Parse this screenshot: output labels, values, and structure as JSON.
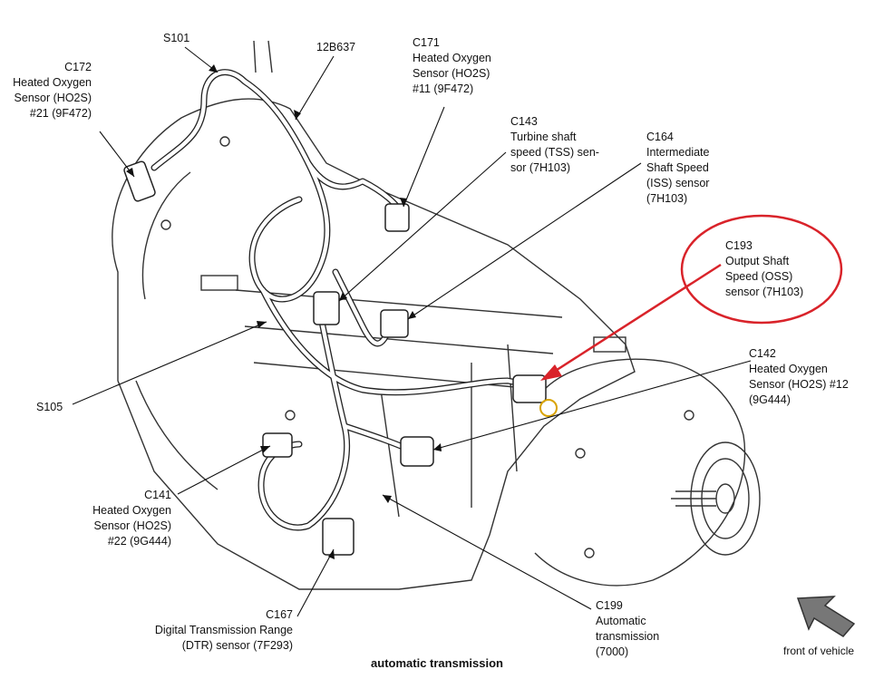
{
  "caption": "automatic transmission",
  "front_of_vehicle": "front of vehicle",
  "highlight_color": "#d9232a",
  "callouts": {
    "s101": [
      "S101"
    ],
    "b12637": [
      "12B637"
    ],
    "c172": [
      "C172",
      "Heated Oxygen",
      "Sensor (HO2S)",
      "#21 (9F472)"
    ],
    "c171": [
      "C171",
      "Heated Oxygen",
      "Sensor (HO2S)",
      "#11 (9F472)"
    ],
    "c143": [
      "C143",
      "Turbine shaft",
      "speed (TSS) sen-",
      "sor (7H103)"
    ],
    "c164": [
      "C164",
      "Intermediate",
      "Shaft Speed",
      "(ISS) sensor",
      "(7H103)"
    ],
    "c193": [
      "C193",
      "Output Shaft",
      "Speed (OSS)",
      "sensor (7H103)"
    ],
    "c142": [
      "C142",
      "Heated Oxygen",
      "Sensor (HO2S) #12",
      "(9G444)"
    ],
    "s105": [
      "S105"
    ],
    "c141": [
      "C141",
      "Heated Oxygen",
      "Sensor (HO2S)",
      "#22 (9G444)"
    ],
    "c167": [
      "C167",
      "Digital Transmission Range",
      "(DTR) sensor (7F293)"
    ],
    "c199": [
      "C199",
      "Automatic",
      "transmission",
      "(7000)"
    ]
  }
}
